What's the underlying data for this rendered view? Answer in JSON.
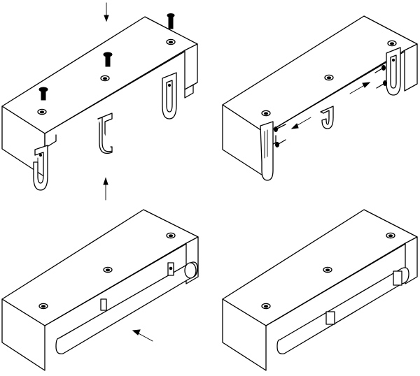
{
  "figure": {
    "steps": [
      {
        "id": "step-1",
        "description_hidden": true
      },
      {
        "id": "step-2",
        "description_hidden": true
      },
      {
        "id": "step-3",
        "description_hidden": true
      },
      {
        "id": "step-4",
        "description_hidden": true
      }
    ]
  },
  "colors": {
    "ink": "#000000",
    "paper": "#ffffff"
  },
  "icons": {
    "screw": "screw-icon",
    "hook": "hook-bracket-icon",
    "arrow": "arrow-icon",
    "hole": "screw-hole-icon"
  }
}
